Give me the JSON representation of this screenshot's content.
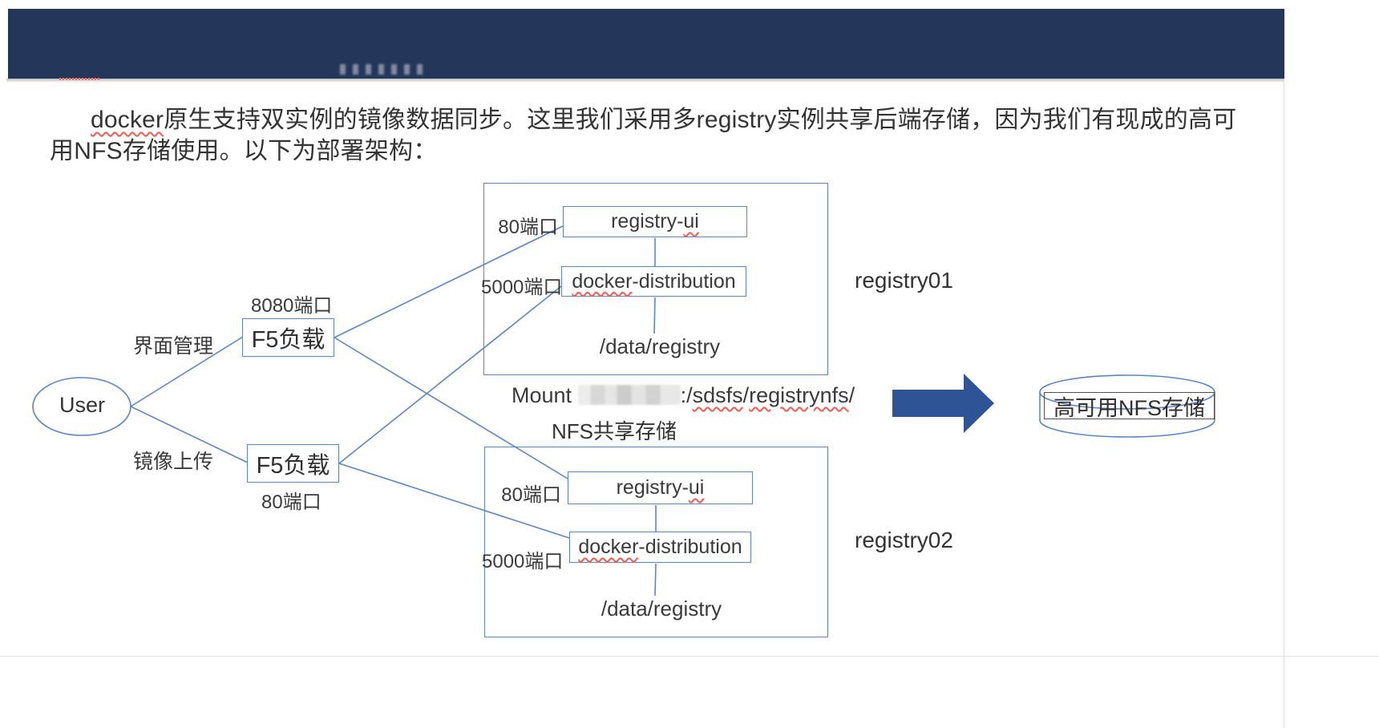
{
  "document": {
    "paragraph": {
      "word_flagged": "docker",
      "line1_rest": "原生支持双实例的镜像数据同步。这里我们采用多registry实例共享后端存储，因为我们有现成的高可",
      "line2": "用NFS存储使用。以下为部署架构："
    }
  },
  "diagram": {
    "user_label": "User",
    "edge_upper_label": "界面管理",
    "edge_lower_label": "镜像上传",
    "f5_upper": {
      "port": "8080端口",
      "label": "F5负载"
    },
    "f5_lower": {
      "label": "F5负载",
      "port": "80端口"
    },
    "service": {
      "ui_p1": "registry-",
      "ui_p2": "ui",
      "dist_p1": "docker",
      "dist_p2": "-distribution"
    },
    "registry01": {
      "name": "registry01",
      "ui_port": "80端口",
      "dist_port": "5000端口",
      "data_path": "/data/registry"
    },
    "registry02": {
      "name": "registry02",
      "ui_port": "80端口",
      "dist_port": "5000端口",
      "data_path": "/data/registry"
    },
    "mount": {
      "prefix": "Mount",
      "sep1": ":/",
      "seg1": "sdsfs",
      "sep2": "/",
      "seg2": "registrynfs",
      "sep3": "/",
      "share_label": "NFS共享存储"
    },
    "nfs_label": "高可用NFS存储",
    "colors": {
      "line_blue": "#5b86c5",
      "arrow_blue": "#2f5496",
      "header_navy": "#24375a",
      "squiggle_red": "#f25b50"
    }
  }
}
